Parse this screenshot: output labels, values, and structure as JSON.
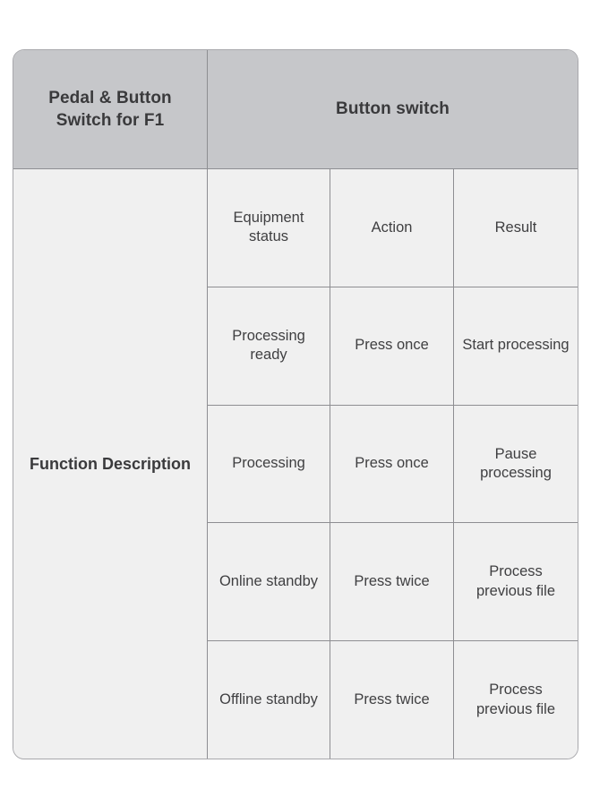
{
  "table": {
    "header": {
      "left_label": "Pedal & Button Switch for F1",
      "right_label": "Button switch"
    },
    "row_header_label": "Function Description",
    "column_headers": [
      "Equipment status",
      "Action",
      "Result"
    ],
    "rows": [
      {
        "status": "Equipment status",
        "action": "Action",
        "result": "Result"
      },
      {
        "status": "Processing ready",
        "action": "Press once",
        "result": "Start processing"
      },
      {
        "status": "Processing",
        "action": "Press once",
        "result": "Pause processing"
      },
      {
        "status": "Online standby",
        "action": "Press twice",
        "result": "Process previous file"
      },
      {
        "status": "Offline standby",
        "action": "Press twice",
        "result": "Process previous file"
      }
    ]
  },
  "colors": {
    "header_background": "#c6c7ca",
    "cell_background": "#f0f0f0",
    "border": "#8e8e92",
    "outer_border": "#a8a8ac",
    "text": "#3a3a3c",
    "page_background": "#ffffff"
  }
}
